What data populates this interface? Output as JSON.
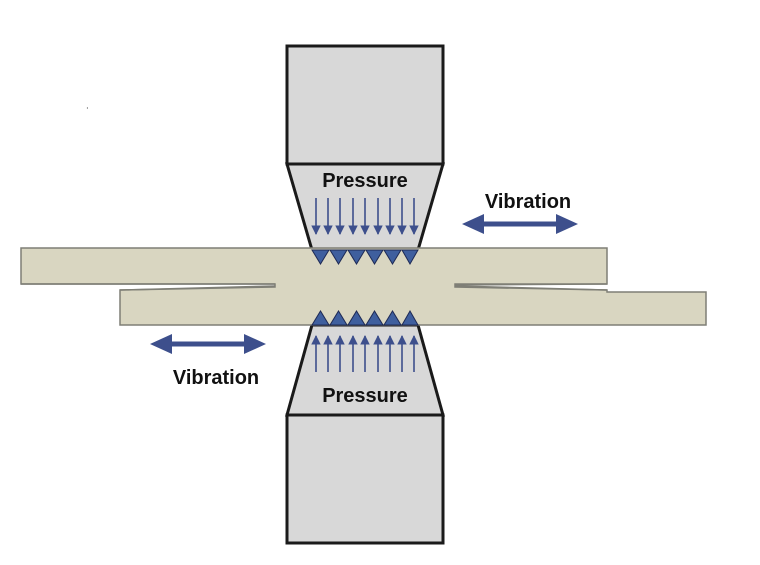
{
  "labels": {
    "top_pressure": "Pressure",
    "bottom_pressure": "Pressure",
    "right_vibration": "Vibration",
    "left_vibration": "Vibration"
  },
  "colors": {
    "tool_fill": "#d8d8d8",
    "outline": "#1a1a1a",
    "workpiece_fill": "#d9d6c1",
    "workpiece_stroke": "#7f7f76",
    "arrow_blue": "#3d4f8c",
    "teeth_blue": "#3f5f9e"
  },
  "icons": {
    "pressure_arrows": "down-arrow / up-arrow",
    "vibration_arrows": "double-headed-arrow",
    "teeth": "triangle"
  }
}
